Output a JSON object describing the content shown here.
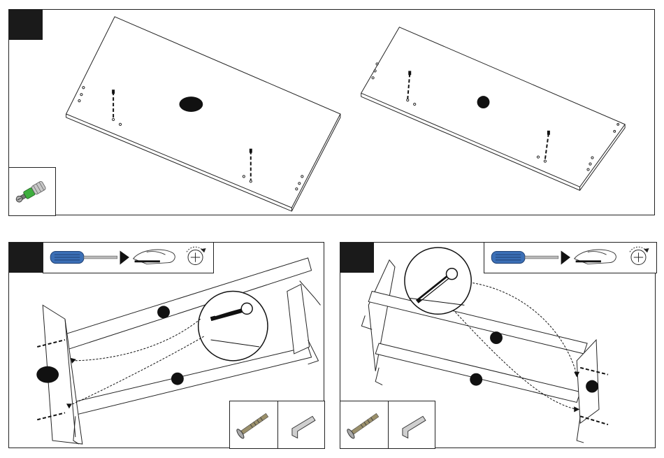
{
  "document": {
    "type": "assembly-instructions",
    "steps": [
      {
        "id": "step-top",
        "badge_text": "",
        "parts": [
          "cam-lock-bolt"
        ]
      },
      {
        "id": "step-left",
        "badge_text": "",
        "tools": [
          "screwdriver-icon",
          "hand-turn-icon",
          "clockwise-rotate-icon"
        ],
        "parts": [
          "connector-bolt",
          "hex-key"
        ]
      },
      {
        "id": "step-right",
        "badge_text": "",
        "tools": [
          "screwdriver-icon",
          "hand-turn-icon",
          "clockwise-rotate-icon"
        ],
        "parts": [
          "connector-bolt",
          "hex-key"
        ]
      }
    ]
  },
  "colors": {
    "line": "#222222",
    "badge": "#1a1a1a",
    "screwdriver_handle": "#3b6fb6",
    "cam_green": "#3fae3f",
    "metal": "#9a9a9a"
  }
}
